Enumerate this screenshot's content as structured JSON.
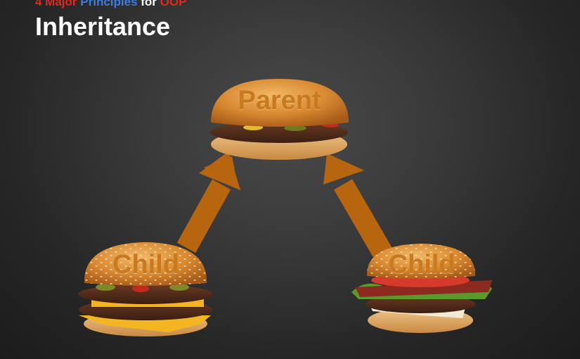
{
  "header": {
    "subtitle_parts": [
      {
        "text": "4 Major",
        "color": "#e0281e"
      },
      {
        "text": "Principles",
        "color": "#3d7de0"
      },
      {
        "text": "for",
        "color": "#ffffff"
      },
      {
        "text": "OOP",
        "color": "#e0281e"
      }
    ],
    "title": "Inheritance"
  },
  "diagram": {
    "parent_label": "Parent",
    "child_left_label": "Child",
    "child_right_label": "Child",
    "arrow_color": "#b8650f",
    "label_color": "#c97a1e"
  }
}
